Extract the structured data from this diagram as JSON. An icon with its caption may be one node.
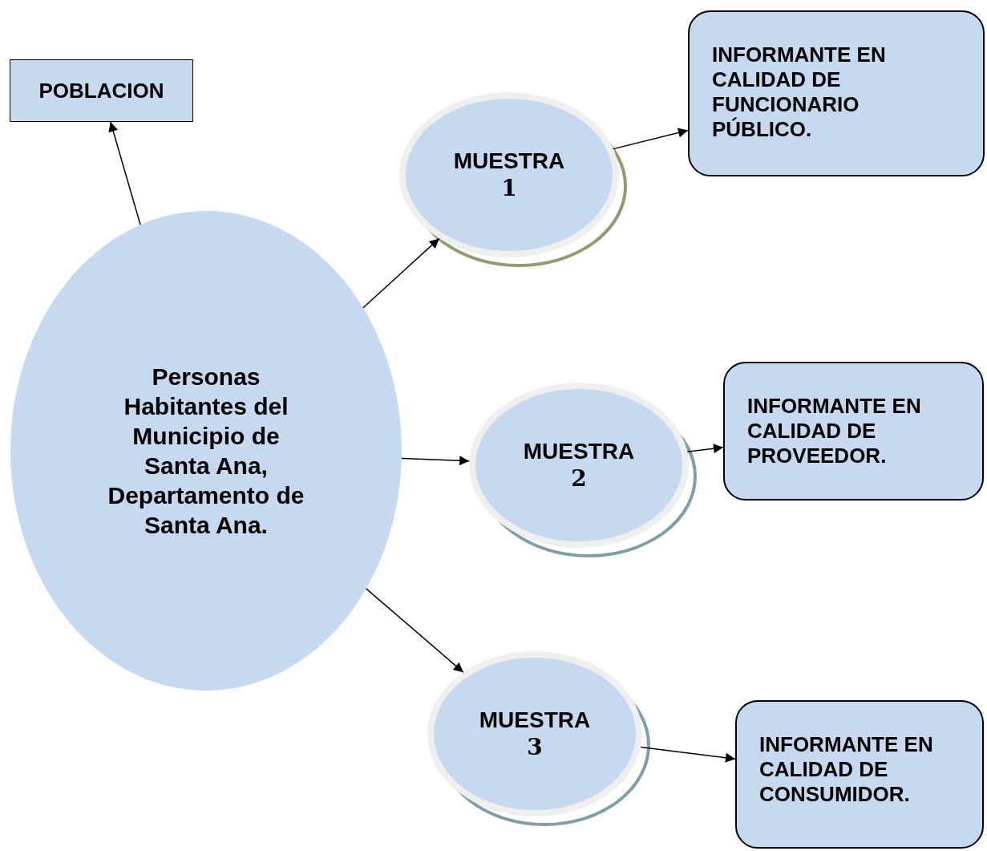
{
  "diagram": {
    "nodes": [
      {
        "text": [
          "POBLACION"
        ]
      },
      {
        "text": [
          "Personas Habitantes del Municipio de Santa Ana, Departamento de Santa Ana."
        ]
      },
      {
        "text": [
          "MUESTRA",
          "1"
        ]
      },
      {
        "text": [
          "INFORMANTE EN CALIDAD DE FUNCIONARIO PÚBLICO."
        ]
      },
      {
        "text": [
          "MUESTRA",
          "2"
        ]
      },
      {
        "text": [
          "INFORMANTE EN CALIDAD DE PROVEEDOR."
        ]
      },
      {
        "text": [
          "MUESTRA",
          "3"
        ]
      },
      {
        "text": [
          "INFORMANTE EN CALIDAD DE CONSUMIDOR."
        ]
      }
    ],
    "edges": [
      {
        "from": 1,
        "to": 0,
        "arrow": "to"
      },
      {
        "from": 1,
        "to": 2,
        "arrow": "to"
      },
      {
        "from": 1,
        "to": 4,
        "arrow": "to"
      },
      {
        "from": 1,
        "to": 6,
        "arrow": "to"
      },
      {
        "from": 2,
        "to": 3,
        "arrow": "to"
      },
      {
        "from": 4,
        "to": 5,
        "arrow": "to"
      },
      {
        "from": 6,
        "to": 7,
        "arrow": "to"
      }
    ]
  }
}
